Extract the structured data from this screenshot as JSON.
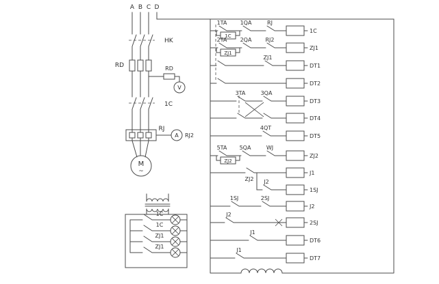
{
  "colors": {
    "background": "#ffffff",
    "line": "#4a4a4a",
    "text": "#2e2e2e"
  },
  "power": {
    "terminals": [
      "A",
      "B",
      "C",
      "D"
    ],
    "knife_switch": "HK",
    "fuse_main": "RD",
    "fuse_meter": "RD",
    "main_contactor": "1C",
    "thermal_relay": "RJ",
    "thermal_relay_aux": "RJ2",
    "voltmeter": "V",
    "ammeter": "A",
    "motor": "M",
    "motor_wave": "~"
  },
  "lamps": {
    "rows": [
      {
        "label": "1C"
      },
      {
        "label": "1C"
      },
      {
        "label": "ZJ1"
      },
      {
        "label": "ZJ1"
      }
    ]
  },
  "ladder": {
    "rungs": [
      {
        "contacts": [
          "1TA",
          "1QA",
          "RJ"
        ],
        "seal": "1C",
        "coil": "1C"
      },
      {
        "contacts": [
          "2TA",
          "2QA",
          "RJ2"
        ],
        "seal": "ZJ1",
        "coil": "ZJ1"
      },
      {
        "contacts": [
          "ZJ1"
        ],
        "coil": "DT1"
      },
      {
        "contacts": [],
        "coil": "DT2"
      },
      {
        "contacts": [
          "3TA",
          "3QA"
        ],
        "coil": "DT3"
      },
      {
        "contacts": [],
        "coil": "DT4"
      },
      {
        "contacts": [
          "4QT"
        ],
        "coil": "DT5"
      },
      {
        "contacts": [
          "5TA",
          "5QA",
          "WJ"
        ],
        "seal": "ZJ2",
        "coil": "ZJ2"
      },
      {
        "contacts": [
          "ZJ2"
        ],
        "coil": "J1"
      },
      {
        "contacts": [
          "J2"
        ],
        "coil": "1SJ"
      },
      {
        "contacts": [
          "1SJ",
          "2SJ"
        ],
        "coil": "J2"
      },
      {
        "contacts": [
          "J2"
        ],
        "coil": "2SJ"
      },
      {
        "contacts": [
          "J1"
        ],
        "coil": "DT6"
      },
      {
        "contacts": [
          "J1"
        ],
        "coil": "DT7"
      }
    ]
  }
}
